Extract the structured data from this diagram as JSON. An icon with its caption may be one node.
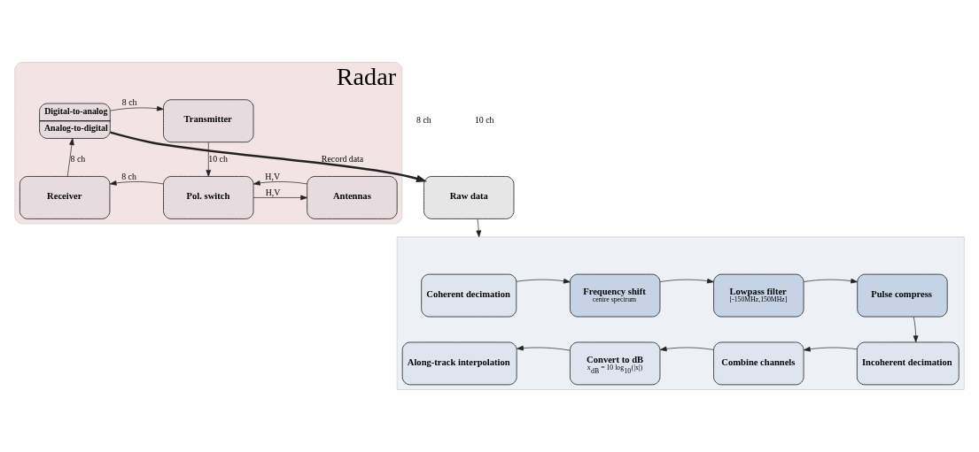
{
  "diagram": {
    "nodes": [
      {
        "text": [
          "Radar"
        ]
      },
      {
        "text": [
          "Digital-to-analog",
          "Analog-to-digital"
        ],
        "in": 0
      },
      {
        "text": [
          "Transmitter"
        ],
        "in": 0
      },
      {
        "text": [
          "Receiver"
        ],
        "in": 0
      },
      {
        "text": [
          "Pol. switch"
        ],
        "in": 0
      },
      {
        "text": [
          "Antennas"
        ],
        "in": 0
      },
      {
        "text": [
          "Raw data"
        ]
      },
      {
        "text": [],
        "shape": "box"
      },
      {
        "text": [
          "Coherent decimation"
        ],
        "in": 7
      },
      {
        "text": [
          "Frequency shift",
          "centre spectrum"
        ],
        "in": 7
      },
      {
        "text": [
          "Lowpass filter",
          "[-150MHz,150MHz]"
        ],
        "in": 7
      },
      {
        "text": [
          "Pulse compress"
        ],
        "in": 7
      },
      {
        "text": [
          "Incoherent decimation"
        ],
        "in": 7
      },
      {
        "text": [
          "Combine channels"
        ],
        "in": 7
      },
      {
        "text": [
          "Convert to dB",
          "x$_{dB}$ = 10 log$_{10}$(|x|)"
        ],
        "in": 7
      },
      {
        "text": [
          "Along-track interpolation"
        ],
        "in": 7
      }
    ],
    "edges": [
      {
        "from": 1,
        "to": 6,
        "arrow": "to",
        "label": "Record data",
        "style": "thick"
      },
      {
        "from": 1,
        "to": 2,
        "arrow": "to",
        "label": "8 ch"
      },
      {
        "from": 2,
        "to": 4,
        "arrow": "to",
        "label": "10 ch"
      },
      {
        "from": 3,
        "to": 1,
        "arrow": "to",
        "label": "8 ch"
      },
      {
        "from": 4,
        "to": 3,
        "arrow": "to",
        "label": "8 ch"
      },
      {
        "from": 4,
        "to": 5,
        "arrow": "to",
        "label": "H,V"
      },
      {
        "from": 5,
        "to": 4,
        "arrow": "to",
        "label": "H,V"
      },
      {
        "from": 6,
        "to": 7,
        "arrow": "to"
      },
      {
        "from": 8,
        "to": 9,
        "arrow": "to"
      },
      {
        "from": 9,
        "to": 10,
        "arrow": "to"
      },
      {
        "from": 10,
        "to": 11,
        "arrow": "to"
      },
      {
        "from": 11,
        "to": 12,
        "arrow": "to"
      },
      {
        "from": 12,
        "to": 13,
        "arrow": "to"
      },
      {
        "from": 13,
        "to": 14,
        "arrow": "to"
      },
      {
        "from": 14,
        "to": 15,
        "arrow": "to"
      }
    ],
    "labels": [
      "8 ch",
      "10 ch"
    ]
  }
}
